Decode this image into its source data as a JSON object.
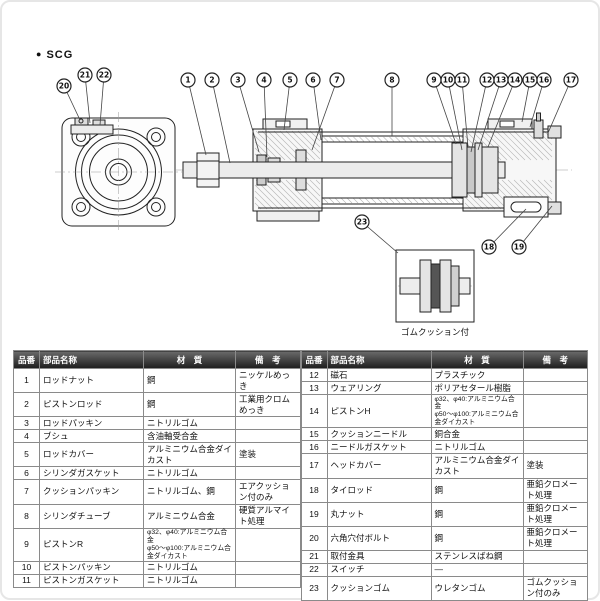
{
  "page": {
    "bullet": "●",
    "series": "SCG"
  },
  "diagram": {
    "detail_caption": "ゴムクッション付",
    "callouts": [
      "1",
      "2",
      "3",
      "4",
      "5",
      "6",
      "7",
      "8",
      "9",
      "10",
      "11",
      "12",
      "13",
      "14",
      "15",
      "16",
      "17",
      "18",
      "19",
      "20",
      "21",
      "22",
      "23"
    ]
  },
  "parts_table": {
    "headers": {
      "no": "品番",
      "name": "部品名称",
      "material": "材　質",
      "note": "備　考"
    },
    "left_rows": [
      {
        "no": "1",
        "name": "ロッドナット",
        "material": "鋼",
        "note": "ニッケルめっき"
      },
      {
        "no": "2",
        "name": "ピストンロッド",
        "material": "鋼",
        "note": "工業用クロムめっき"
      },
      {
        "no": "3",
        "name": "ロッドパッキン",
        "material": "ニトリルゴム",
        "note": ""
      },
      {
        "no": "4",
        "name": "ブシュ",
        "material": "含油軸受合金",
        "note": ""
      },
      {
        "no": "5",
        "name": "ロッドカバー",
        "material": "アルミニウム合金ダイカスト",
        "note": "塗装"
      },
      {
        "no": "6",
        "name": "シリンダガスケット",
        "material": "ニトリルゴム",
        "note": ""
      },
      {
        "no": "7",
        "name": "クッションパッキン",
        "material": "ニトリルゴム、鋼",
        "note": "エアクッション付のみ"
      },
      {
        "no": "8",
        "name": "シリンダチューブ",
        "material": "アルミニウム合金",
        "note": "硬質アルマイト処理"
      },
      {
        "no": "9",
        "name": "ピストンR",
        "material": "φ32、φ40:アルミニウム合金\nφ50～φ100:アルミニウム合金ダイカスト",
        "note": ""
      },
      {
        "no": "10",
        "name": "ピストンパッキン",
        "material": "ニトリルゴム",
        "note": ""
      },
      {
        "no": "11",
        "name": "ピストンガスケット",
        "material": "ニトリルゴム",
        "note": ""
      }
    ],
    "right_rows": [
      {
        "no": "12",
        "name": "磁石",
        "material": "プラスチック",
        "note": ""
      },
      {
        "no": "13",
        "name": "ウェアリング",
        "material": "ポリアセタール樹脂",
        "note": ""
      },
      {
        "no": "14",
        "name": "ピストンH",
        "material": "φ32、φ40:アルミニウム合金\nφ50～φ100:アルミニウム合金ダイカスト",
        "note": ""
      },
      {
        "no": "15",
        "name": "クッションニードル",
        "material": "銅合金",
        "note": ""
      },
      {
        "no": "16",
        "name": "ニードルガスケット",
        "material": "ニトリルゴム",
        "note": ""
      },
      {
        "no": "17",
        "name": "ヘッドカバー",
        "material": "アルミニウム合金ダイカスト",
        "note": "塗装"
      },
      {
        "no": "18",
        "name": "タイロッド",
        "material": "鋼",
        "note": "亜鉛クロメート処理"
      },
      {
        "no": "19",
        "name": "丸ナット",
        "material": "鋼",
        "note": "亜鉛クロメート処理"
      },
      {
        "no": "20",
        "name": "六角穴付ボルト",
        "material": "鋼",
        "note": "亜鉛クロメート処理"
      },
      {
        "no": "21",
        "name": "取付金具",
        "material": "ステンレスばね鋼",
        "note": ""
      },
      {
        "no": "22",
        "name": "スイッチ",
        "material": "—",
        "note": ""
      },
      {
        "no": "23",
        "name": "クッションゴム",
        "material": "ウレタンゴム",
        "note": "ゴムクッション付のみ"
      }
    ]
  }
}
